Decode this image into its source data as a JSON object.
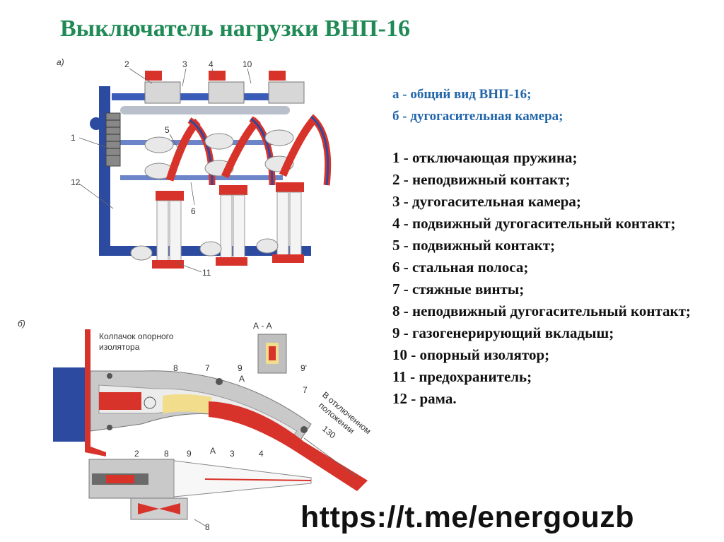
{
  "title": "Выключатель нагрузки ВНП-16",
  "legend": {
    "header": [
      "а  -  общий вид ВНП-16;",
      "б  -  дугогасительная камера;"
    ],
    "items": [
      "1  -  отключающая пружина;",
      "2  -  неподвижный контакт;",
      "3  -  дугогасительная камера;",
      "4  -  подвижный дугогасительный контакт;",
      "5  -  подвижный контакт;",
      "6  -  стальная полоса;",
      "7  -  стяжные винты;",
      "8  -  неподвижный дугогасительный контакт;",
      "9  -  газогенерирующий вкладыш;",
      "10  -  опорный изолятор;",
      "11 - предохранитель;",
      "12  -  рама."
    ]
  },
  "diagram_a": {
    "panel_label": "а)",
    "callouts": [
      "1",
      "2",
      "3",
      "4",
      "5",
      "6",
      "10",
      "11",
      "12"
    ]
  },
  "diagram_b": {
    "panel_label": "б)",
    "insulator_cap_label": [
      "Колпачок опорного",
      "изолятора"
    ],
    "section_label": "А - А",
    "section_marks": [
      "А",
      "А"
    ],
    "open_position_label": [
      "В отключенном",
      "положении"
    ],
    "dimension": "130",
    "callouts_top": [
      "8",
      "7",
      "9",
      "9'",
      "7"
    ],
    "callouts_bottom": [
      "2",
      "8",
      "9",
      "3",
      "4",
      "8"
    ]
  },
  "url": "https://t.me/energouzb",
  "colors": {
    "title": "#1f8a55",
    "legend_header": "#2266aa",
    "frame_blue": "#2b4aa0",
    "contact_red": "#d8332a",
    "grey_metal": "#bfbfbf"
  }
}
